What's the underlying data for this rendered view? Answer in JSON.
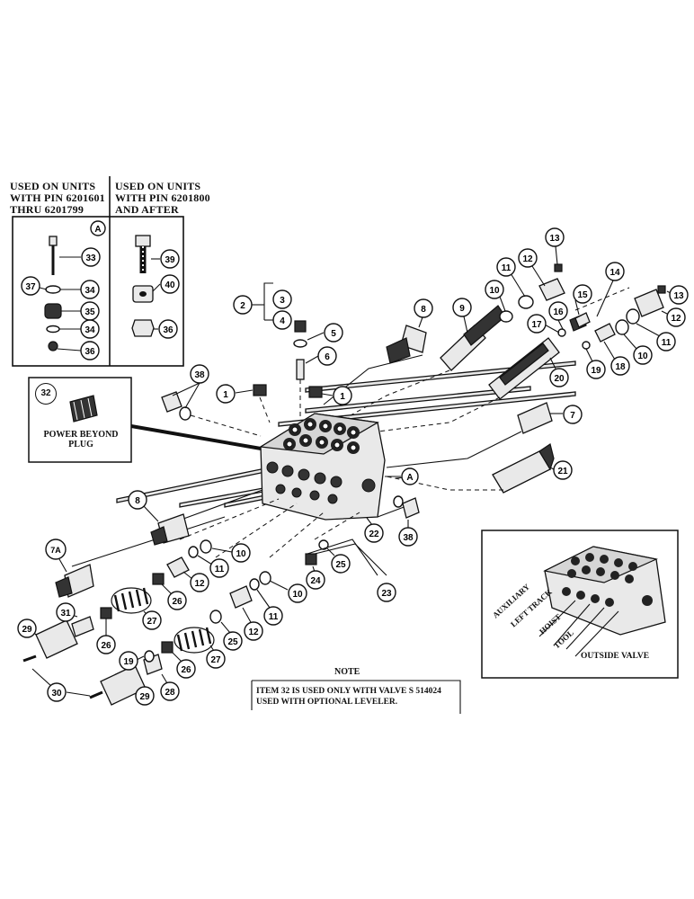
{
  "inset_headers": {
    "left": "USED ON UNITS\nWITH PIN 6201601\nTHRU 6201799",
    "right": "USED ON UNITS\nWITH PIN 6201800\nAND AFTER"
  },
  "inset_marker": "A",
  "power_beyond": {
    "callout": "32",
    "label": "POWER BEYOND\nPLUG"
  },
  "outside_valve": {
    "title": "OUTSIDE VALVE",
    "sections": [
      "AUXILIARY",
      "LEFT TRACK",
      "HOIST",
      "TOOL"
    ]
  },
  "note": {
    "title": "NOTE",
    "text": "ITEM 32 IS USED ONLY WITH VALVE S 514024\nUSED WITH OPTIONAL LEVELER."
  },
  "callouts": [
    "1",
    "2",
    "3",
    "4",
    "5",
    "6",
    "7",
    "7A",
    "8",
    "9",
    "10",
    "11",
    "12",
    "13",
    "14",
    "15",
    "16",
    "17",
    "18",
    "19",
    "20",
    "21",
    "22",
    "23",
    "24",
    "25",
    "26",
    "27",
    "28",
    "29",
    "30",
    "31",
    "33",
    "34",
    "35",
    "36",
    "37",
    "38",
    "39",
    "40"
  ]
}
